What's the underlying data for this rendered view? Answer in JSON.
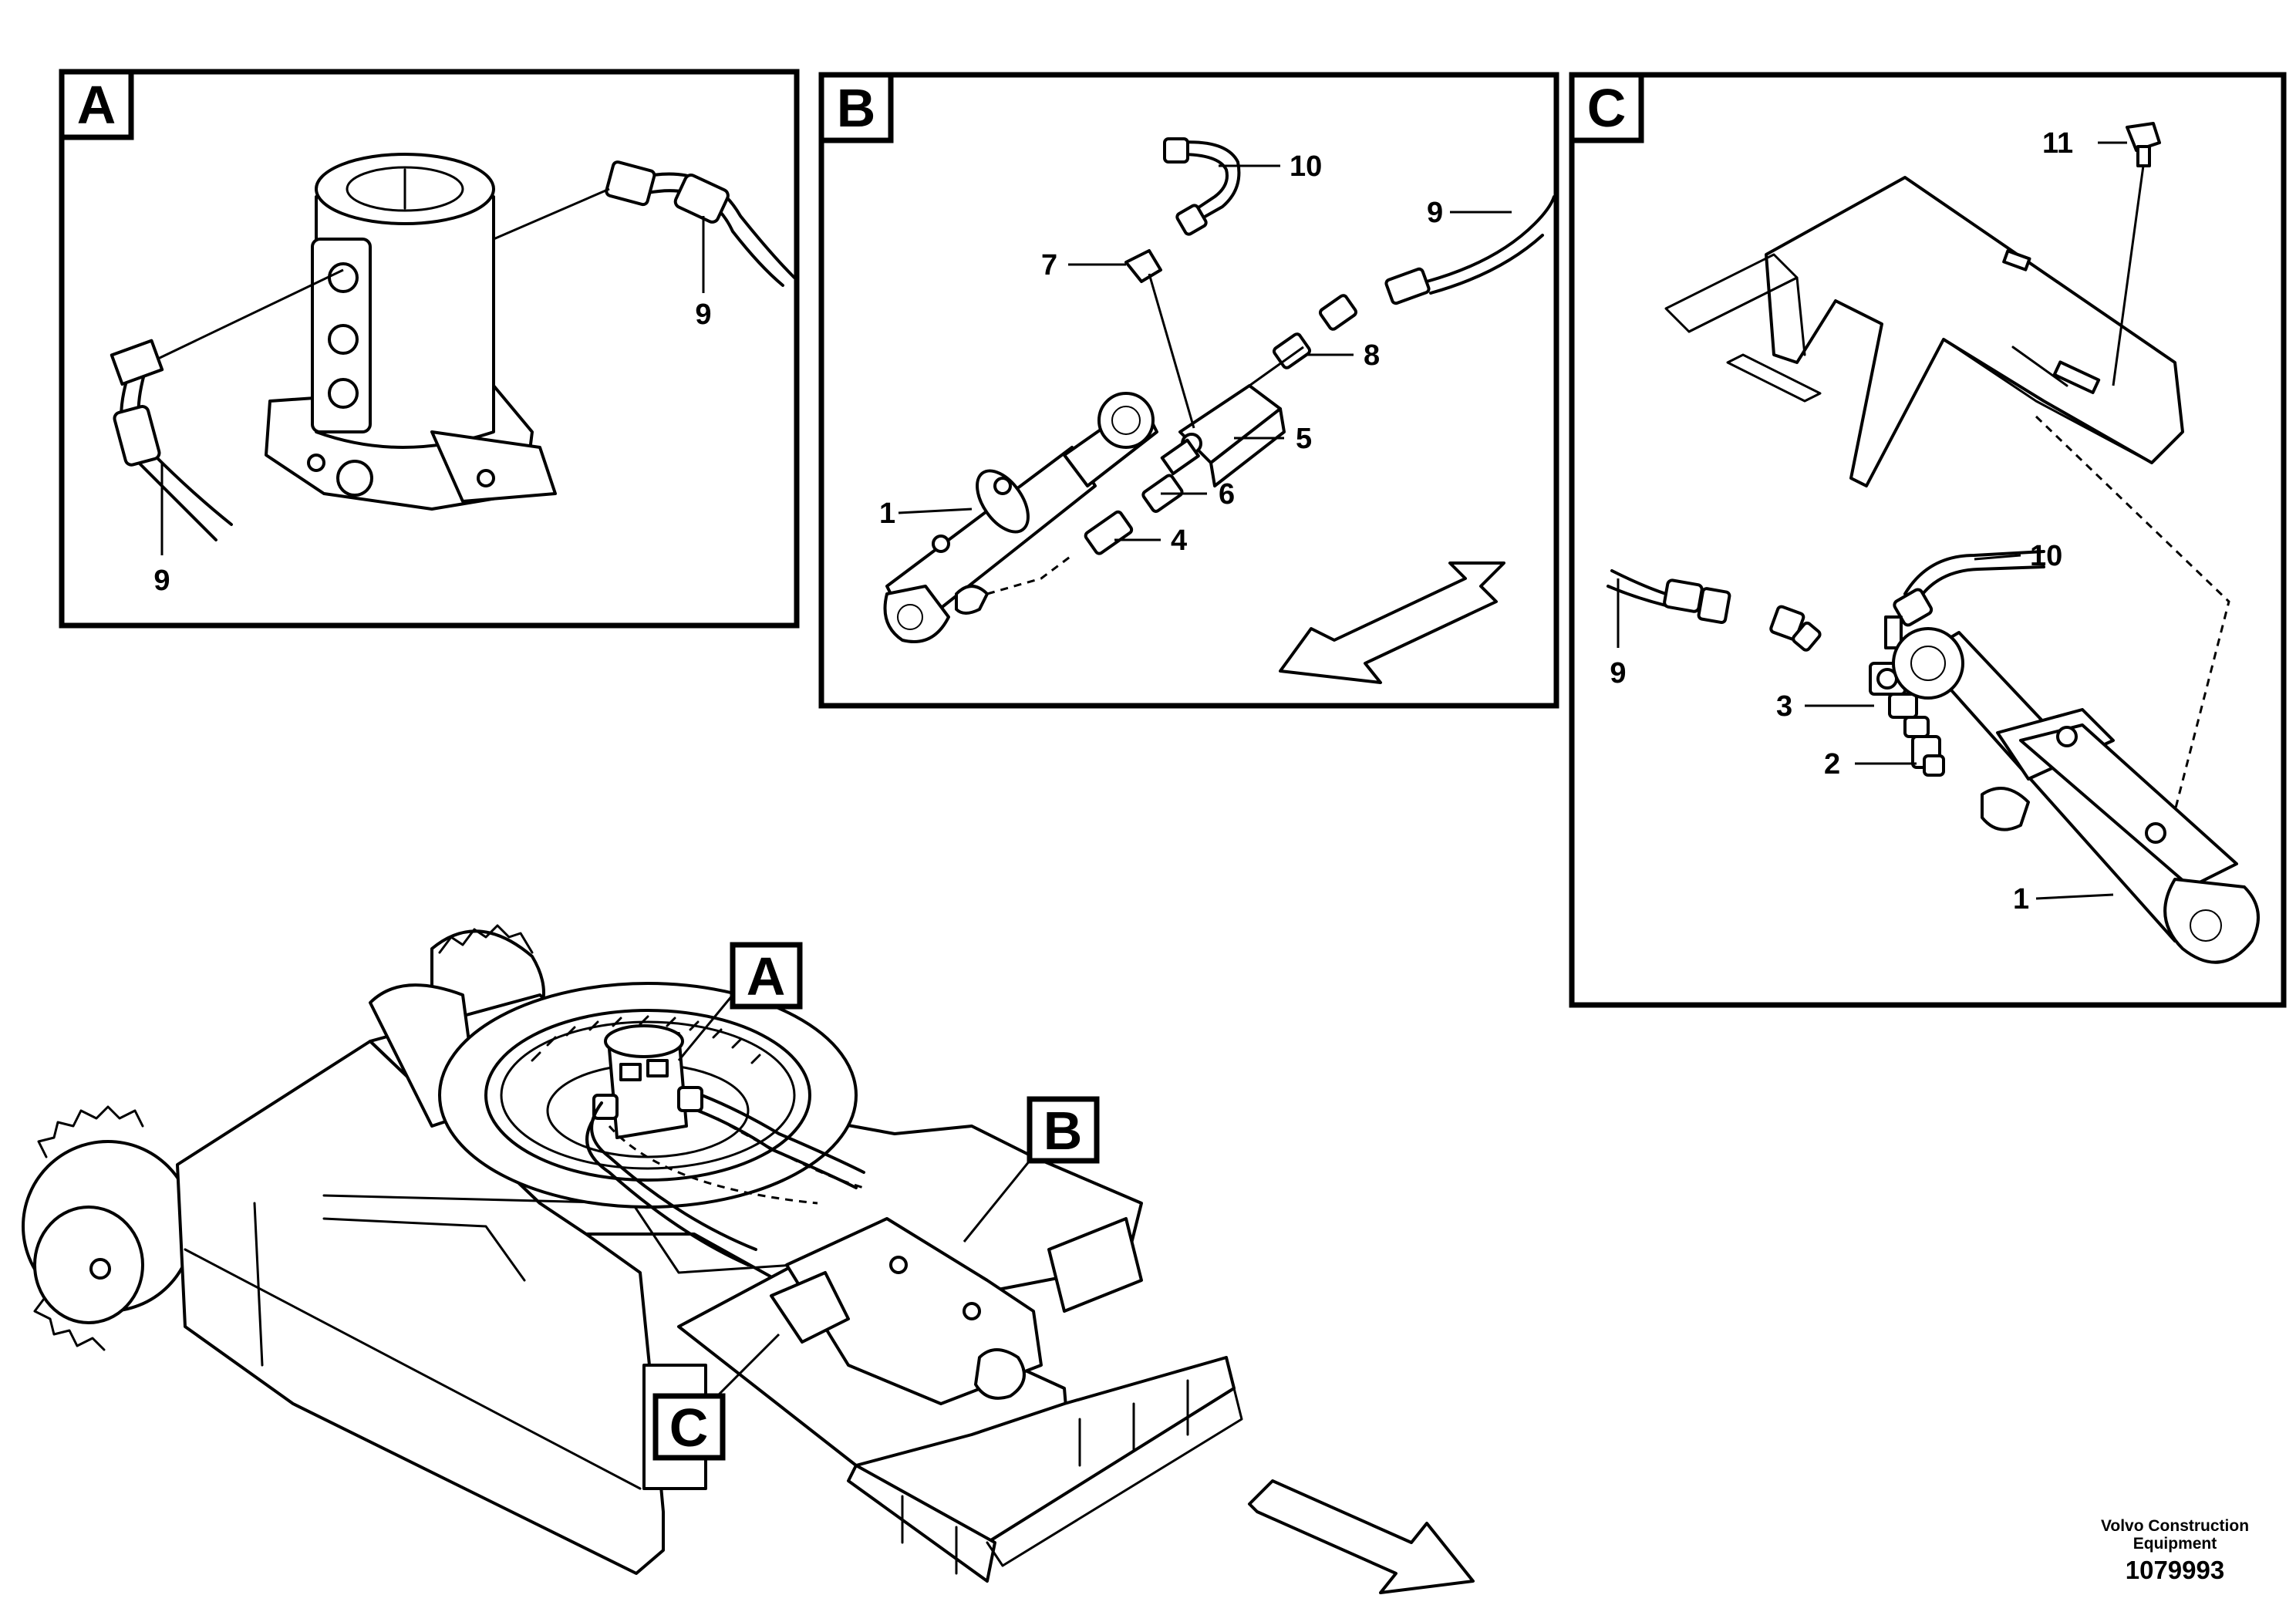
{
  "panels": [
    {
      "id": "A",
      "label": "A"
    },
    {
      "id": "B",
      "label": "B"
    },
    {
      "id": "C",
      "label": "C"
    }
  ],
  "main_callouts": {
    "a": "A",
    "b": "B",
    "c": "C"
  },
  "panel_a": {
    "callouts": [
      "9",
      "9"
    ]
  },
  "panel_b": {
    "callouts": [
      "10",
      "9",
      "7",
      "8",
      "5",
      "1",
      "6",
      "4"
    ]
  },
  "panel_c": {
    "callouts": [
      "11",
      "10",
      "9",
      "3",
      "2",
      "1"
    ]
  },
  "footer": {
    "manufacturer_line1": "Volvo Construction",
    "manufacturer_line2": "Equipment",
    "drawing_number": "1079993"
  }
}
